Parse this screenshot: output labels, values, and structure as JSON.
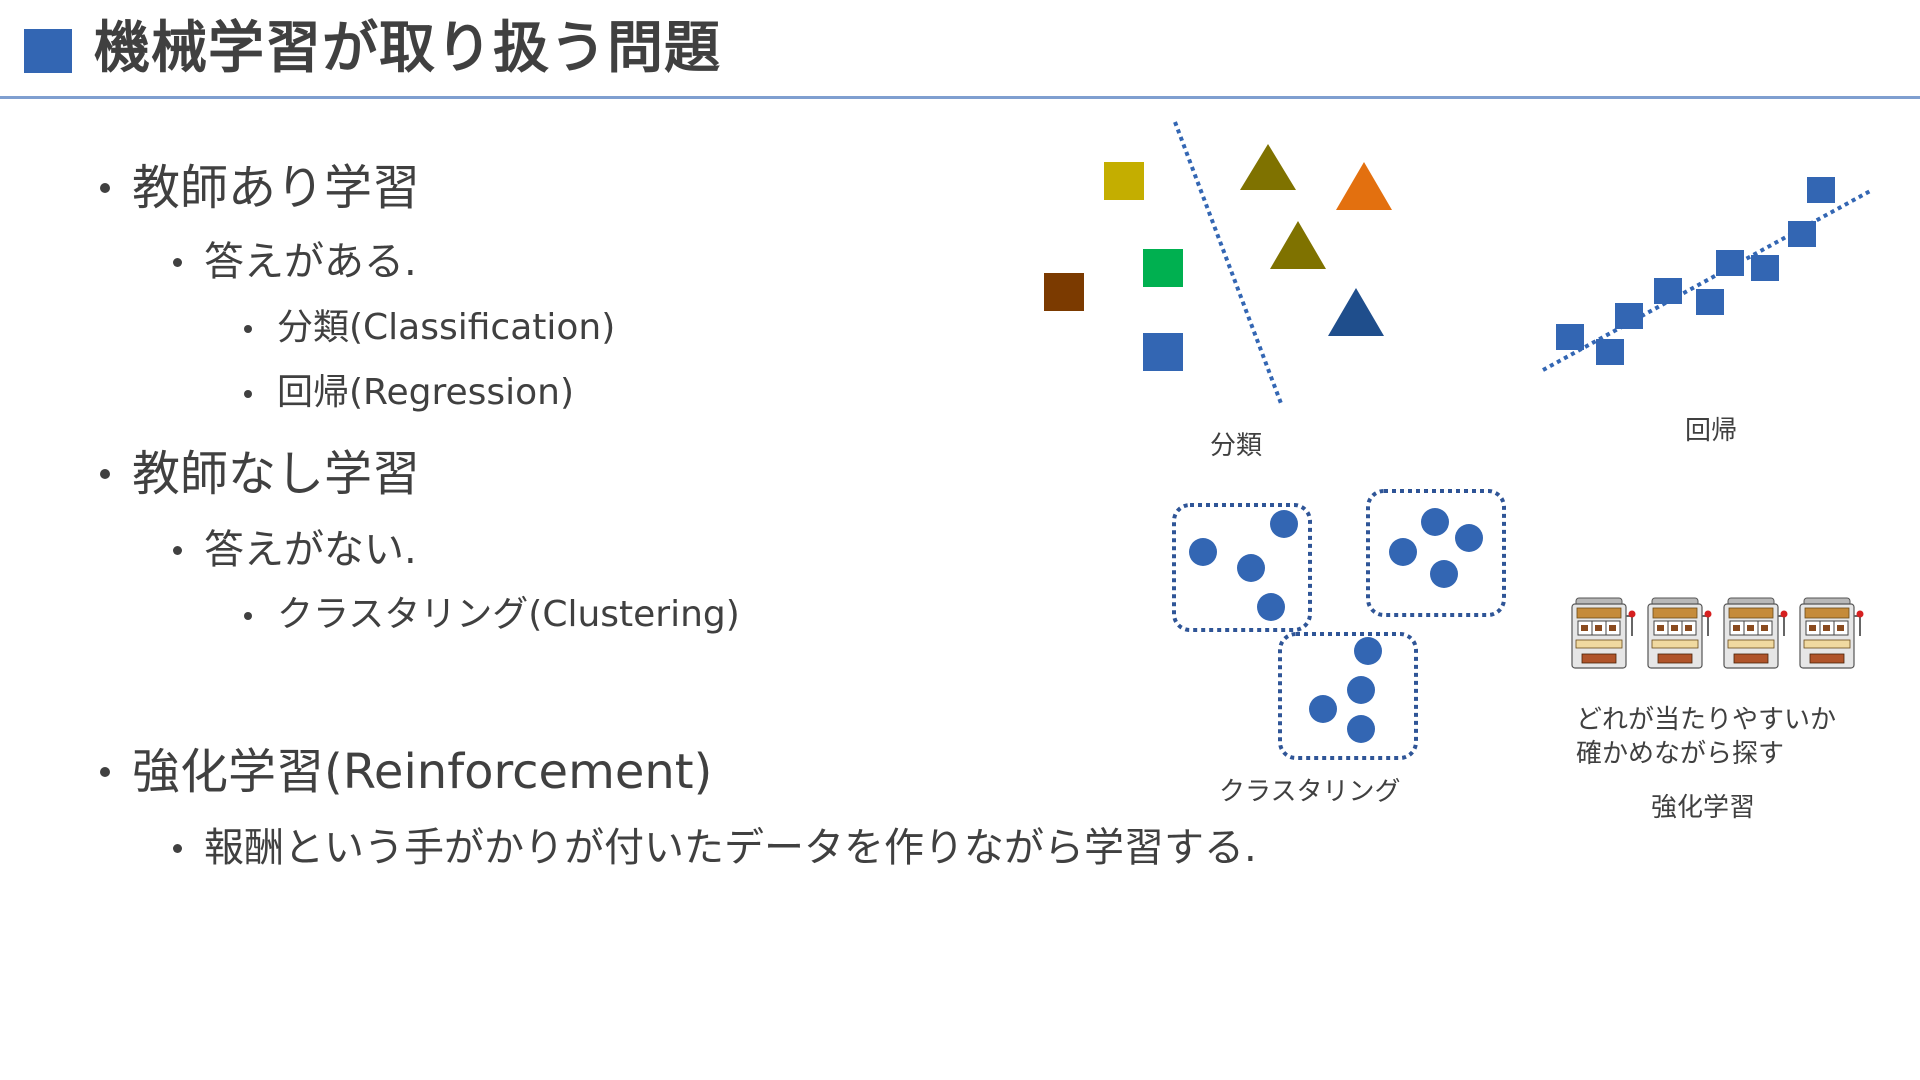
{
  "slide": {
    "title": "機械学習が取り扱う問題"
  },
  "bullets": {
    "supervised": "教師あり学習",
    "supervised_desc": "答えがある.",
    "classification": "分類(Classification)",
    "regression": "回帰(Regression)",
    "unsupervised": "教師なし学習",
    "unsupervised_desc": "答えがない.",
    "clustering": "クラスタリング(Clustering)",
    "reinforcement": "強化学習(Reinforcement)",
    "reinforcement_desc": "報酬という手がかりが付いたデータを作りながら学習する."
  },
  "figures": {
    "classification_caption": "分類",
    "regression_caption": "回帰",
    "clustering_caption": "クラスタリング",
    "reinforcement_note_line1": "どれが当たりやすいか",
    "reinforcement_note_line2": "確かめながら探す",
    "reinforcement_caption": "強化学習"
  },
  "colors": {
    "accent_blue": "#3366b3",
    "olive": "#7f7200",
    "orange": "#e3700f",
    "navy": "#1f4e8c",
    "yellow_olive": "#c4ae00",
    "green": "#00b050",
    "brown": "#7b3a00"
  }
}
